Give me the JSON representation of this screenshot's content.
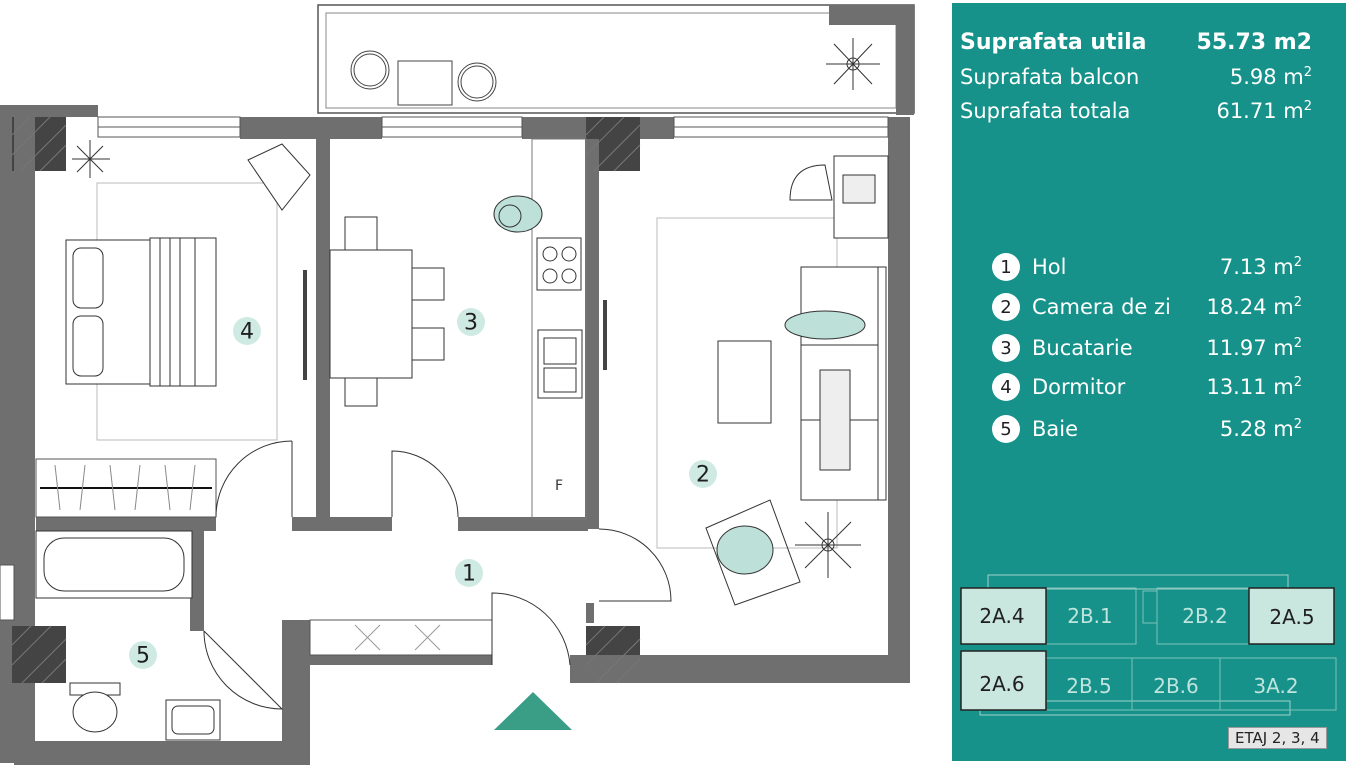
{
  "summary": {
    "usable_label": "Suprafata utila",
    "usable_value": "55.73 m2",
    "balcony_label": "Suprafata balcon",
    "balcony_value": "5.98 m",
    "total_label": "Suprafata totala",
    "total_value": "61.71 m",
    "unit_exponent": "2"
  },
  "rooms": [
    {
      "num": "1",
      "name": "Hol",
      "area": "7.13 m"
    },
    {
      "num": "2",
      "name": "Camera de zi",
      "area": "18.24 m"
    },
    {
      "num": "3",
      "name": "Bucatarie",
      "area": "11.97 m"
    },
    {
      "num": "4",
      "name": "Dormitor",
      "area": "13.11 m"
    },
    {
      "num": "5",
      "name": "Baie",
      "area": "5.28 m"
    }
  ],
  "keyplan": {
    "units": [
      "2A.4",
      "2B.1",
      "2B.2",
      "2A.5",
      "2A.6",
      "2B.5",
      "2B.6",
      "3A.2"
    ],
    "highlighted_color": "#c9e6df",
    "floor_label": "ETAJ 2, 3, 4"
  },
  "colors": {
    "panel": "#16928a",
    "wall": "#6f6f6f",
    "accent_arrow": "#3a9d86",
    "badge": "#cfe9e3"
  },
  "icons": [
    "plant-icon",
    "armchair-icon",
    "bed-icon",
    "stove-icon",
    "sink-icon",
    "sofa-icon",
    "bathtub-icon",
    "toilet-icon",
    "entrance-arrow-icon"
  ]
}
